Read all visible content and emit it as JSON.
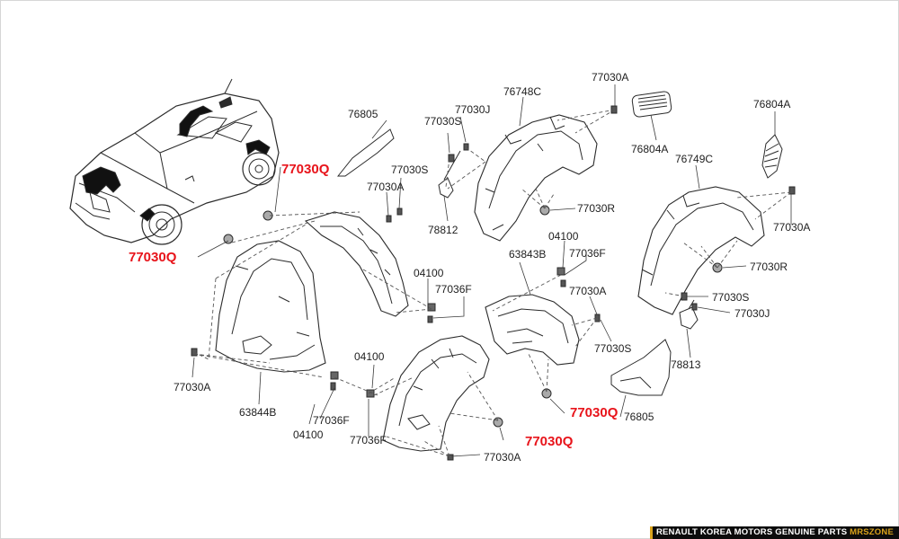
{
  "parts": [
    {
      "id": "p1",
      "text": "76805"
    },
    {
      "id": "p2",
      "text": "77030S"
    },
    {
      "id": "p3",
      "text": "77030J"
    },
    {
      "id": "p4",
      "text": "76748C"
    },
    {
      "id": "p5",
      "text": "77030A"
    },
    {
      "id": "p6",
      "text": "76804A"
    },
    {
      "id": "p7",
      "text": "76804A"
    },
    {
      "id": "p8",
      "text": "77030S"
    },
    {
      "id": "p9",
      "text": "77030A"
    },
    {
      "id": "p10",
      "text": "76749C"
    },
    {
      "id": "p11",
      "text": "77030R"
    },
    {
      "id": "p12",
      "text": "78812"
    },
    {
      "id": "p13",
      "text": "77030A"
    },
    {
      "id": "p14",
      "text": "04100"
    },
    {
      "id": "p15",
      "text": "77036F"
    },
    {
      "id": "p16",
      "text": "63843B"
    },
    {
      "id": "p17",
      "text": "77030R"
    },
    {
      "id": "p18",
      "text": "04100"
    },
    {
      "id": "p19",
      "text": "77036F"
    },
    {
      "id": "p20",
      "text": "77030A"
    },
    {
      "id": "p21",
      "text": "77030S"
    },
    {
      "id": "p22",
      "text": "77030J"
    },
    {
      "id": "p23",
      "text": "77030S"
    },
    {
      "id": "p24",
      "text": "78813"
    },
    {
      "id": "p25",
      "text": "04100"
    },
    {
      "id": "p26",
      "text": "77030A"
    },
    {
      "id": "p27",
      "text": "63844B"
    },
    {
      "id": "p28",
      "text": "77036F"
    },
    {
      "id": "p29",
      "text": "04100"
    },
    {
      "id": "p30",
      "text": "77036F"
    },
    {
      "id": "p31",
      "text": "77030A"
    },
    {
      "id": "p32",
      "text": "76805"
    }
  ],
  "highlighted": [
    {
      "id": "h1",
      "text": "77030Q"
    },
    {
      "id": "h2",
      "text": "77030Q"
    },
    {
      "id": "h3",
      "text": "77030Q"
    },
    {
      "id": "h4",
      "text": "77030Q"
    }
  ],
  "footer": {
    "brand": "RENAULT KOREA MOTORS GENUINE PARTS",
    "site": "MRSZONE"
  },
  "colors": {
    "highlight": "#e8141b",
    "footer_bg": "#0c0c0c",
    "footer_accent": "#d9a21b"
  }
}
